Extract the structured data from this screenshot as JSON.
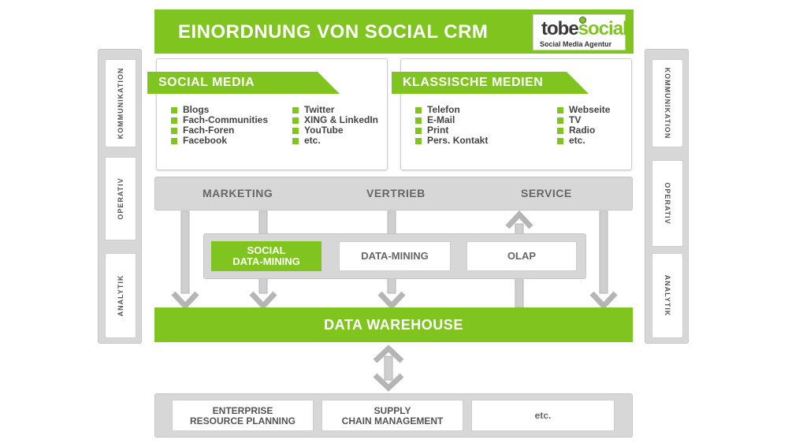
{
  "header": {
    "title": "EINORDNUNG VON SOCIAL CRM"
  },
  "logo": {
    "word_dark": "tobe",
    "word_green": "social",
    "subtitle": "Social Media Agentur"
  },
  "side_left": [
    "KOMMUNIKATION",
    "OPERATIV",
    "ANALYTIK"
  ],
  "side_right": [
    "KOMMUNIKATION",
    "OPERATIV",
    "ANALYTIK"
  ],
  "social_media": {
    "title": "SOCIAL MEDIA",
    "col1": [
      "Blogs",
      "Fach-Communities",
      "Fach-Foren",
      "Facebook"
    ],
    "col2": [
      "Twitter",
      "XING & LinkedIn",
      "YouTube",
      "etc."
    ]
  },
  "klassische_medien": {
    "title": "KLASSISCHE MEDIEN",
    "col1": [
      "Telefon",
      "E-Mail",
      "Print",
      "Pers. Kontakt"
    ],
    "col2": [
      "Webseite",
      "TV",
      "Radio",
      "etc."
    ]
  },
  "functions": [
    "MARKETING",
    "VERTRIEB",
    "SERVICE"
  ],
  "mining": {
    "social_line1": "SOCIAL",
    "social_line2": "DATA-MINING",
    "data_mining": "DATA-MINING",
    "olap": "OLAP"
  },
  "data_warehouse": "DATA WAREHOUSE",
  "systems": {
    "erp_line1": "ENTERPRISE",
    "erp_line2": "RESOURCE PLANNING",
    "scm_line1": "SUPPLY",
    "scm_line2": "CHAIN MANAGEMENT",
    "etc": "etc."
  },
  "colors": {
    "accent": "#7fc41f",
    "panel": "#d7d7d7"
  }
}
